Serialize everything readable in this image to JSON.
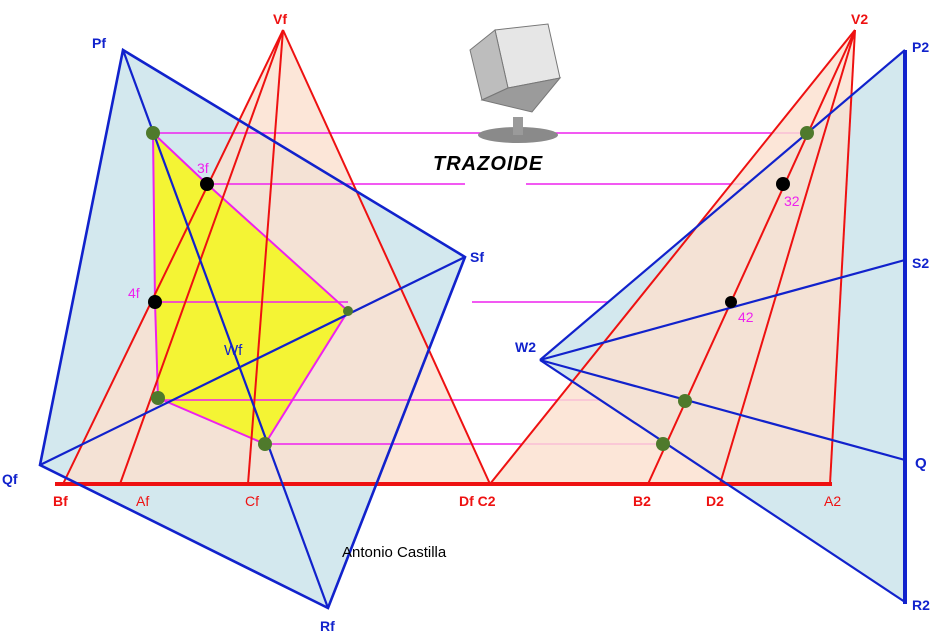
{
  "brand": {
    "name": "TRAZOIDE"
  },
  "author": "Antonio  Castilla",
  "labels": {
    "vf": "Vf",
    "pf": "Pf",
    "sf": "Sf",
    "qf": "Qf",
    "rf": "Rf",
    "wf": "Wf",
    "bf": "Bf",
    "af": "Af",
    "cf": "Cf",
    "df_c2": "Df C2",
    "n3f": "3f",
    "n4f": "4f",
    "v2": "V2",
    "p2": "P2",
    "s2": "S2",
    "q2": "Q",
    "r2": "R2",
    "w2": "W2",
    "b2": "B2",
    "d2": "D2",
    "a2": "A2",
    "n32": "32",
    "n42": "42"
  },
  "colors": {
    "red": "#ee1111",
    "blue": "#1122cc",
    "magenta": "#ee22ee",
    "yellow": "#f4f434",
    "salmon": "#fbe0d0",
    "lightblue": "#d3e8ee",
    "green": "#4f7a2c",
    "black": "#000000"
  }
}
